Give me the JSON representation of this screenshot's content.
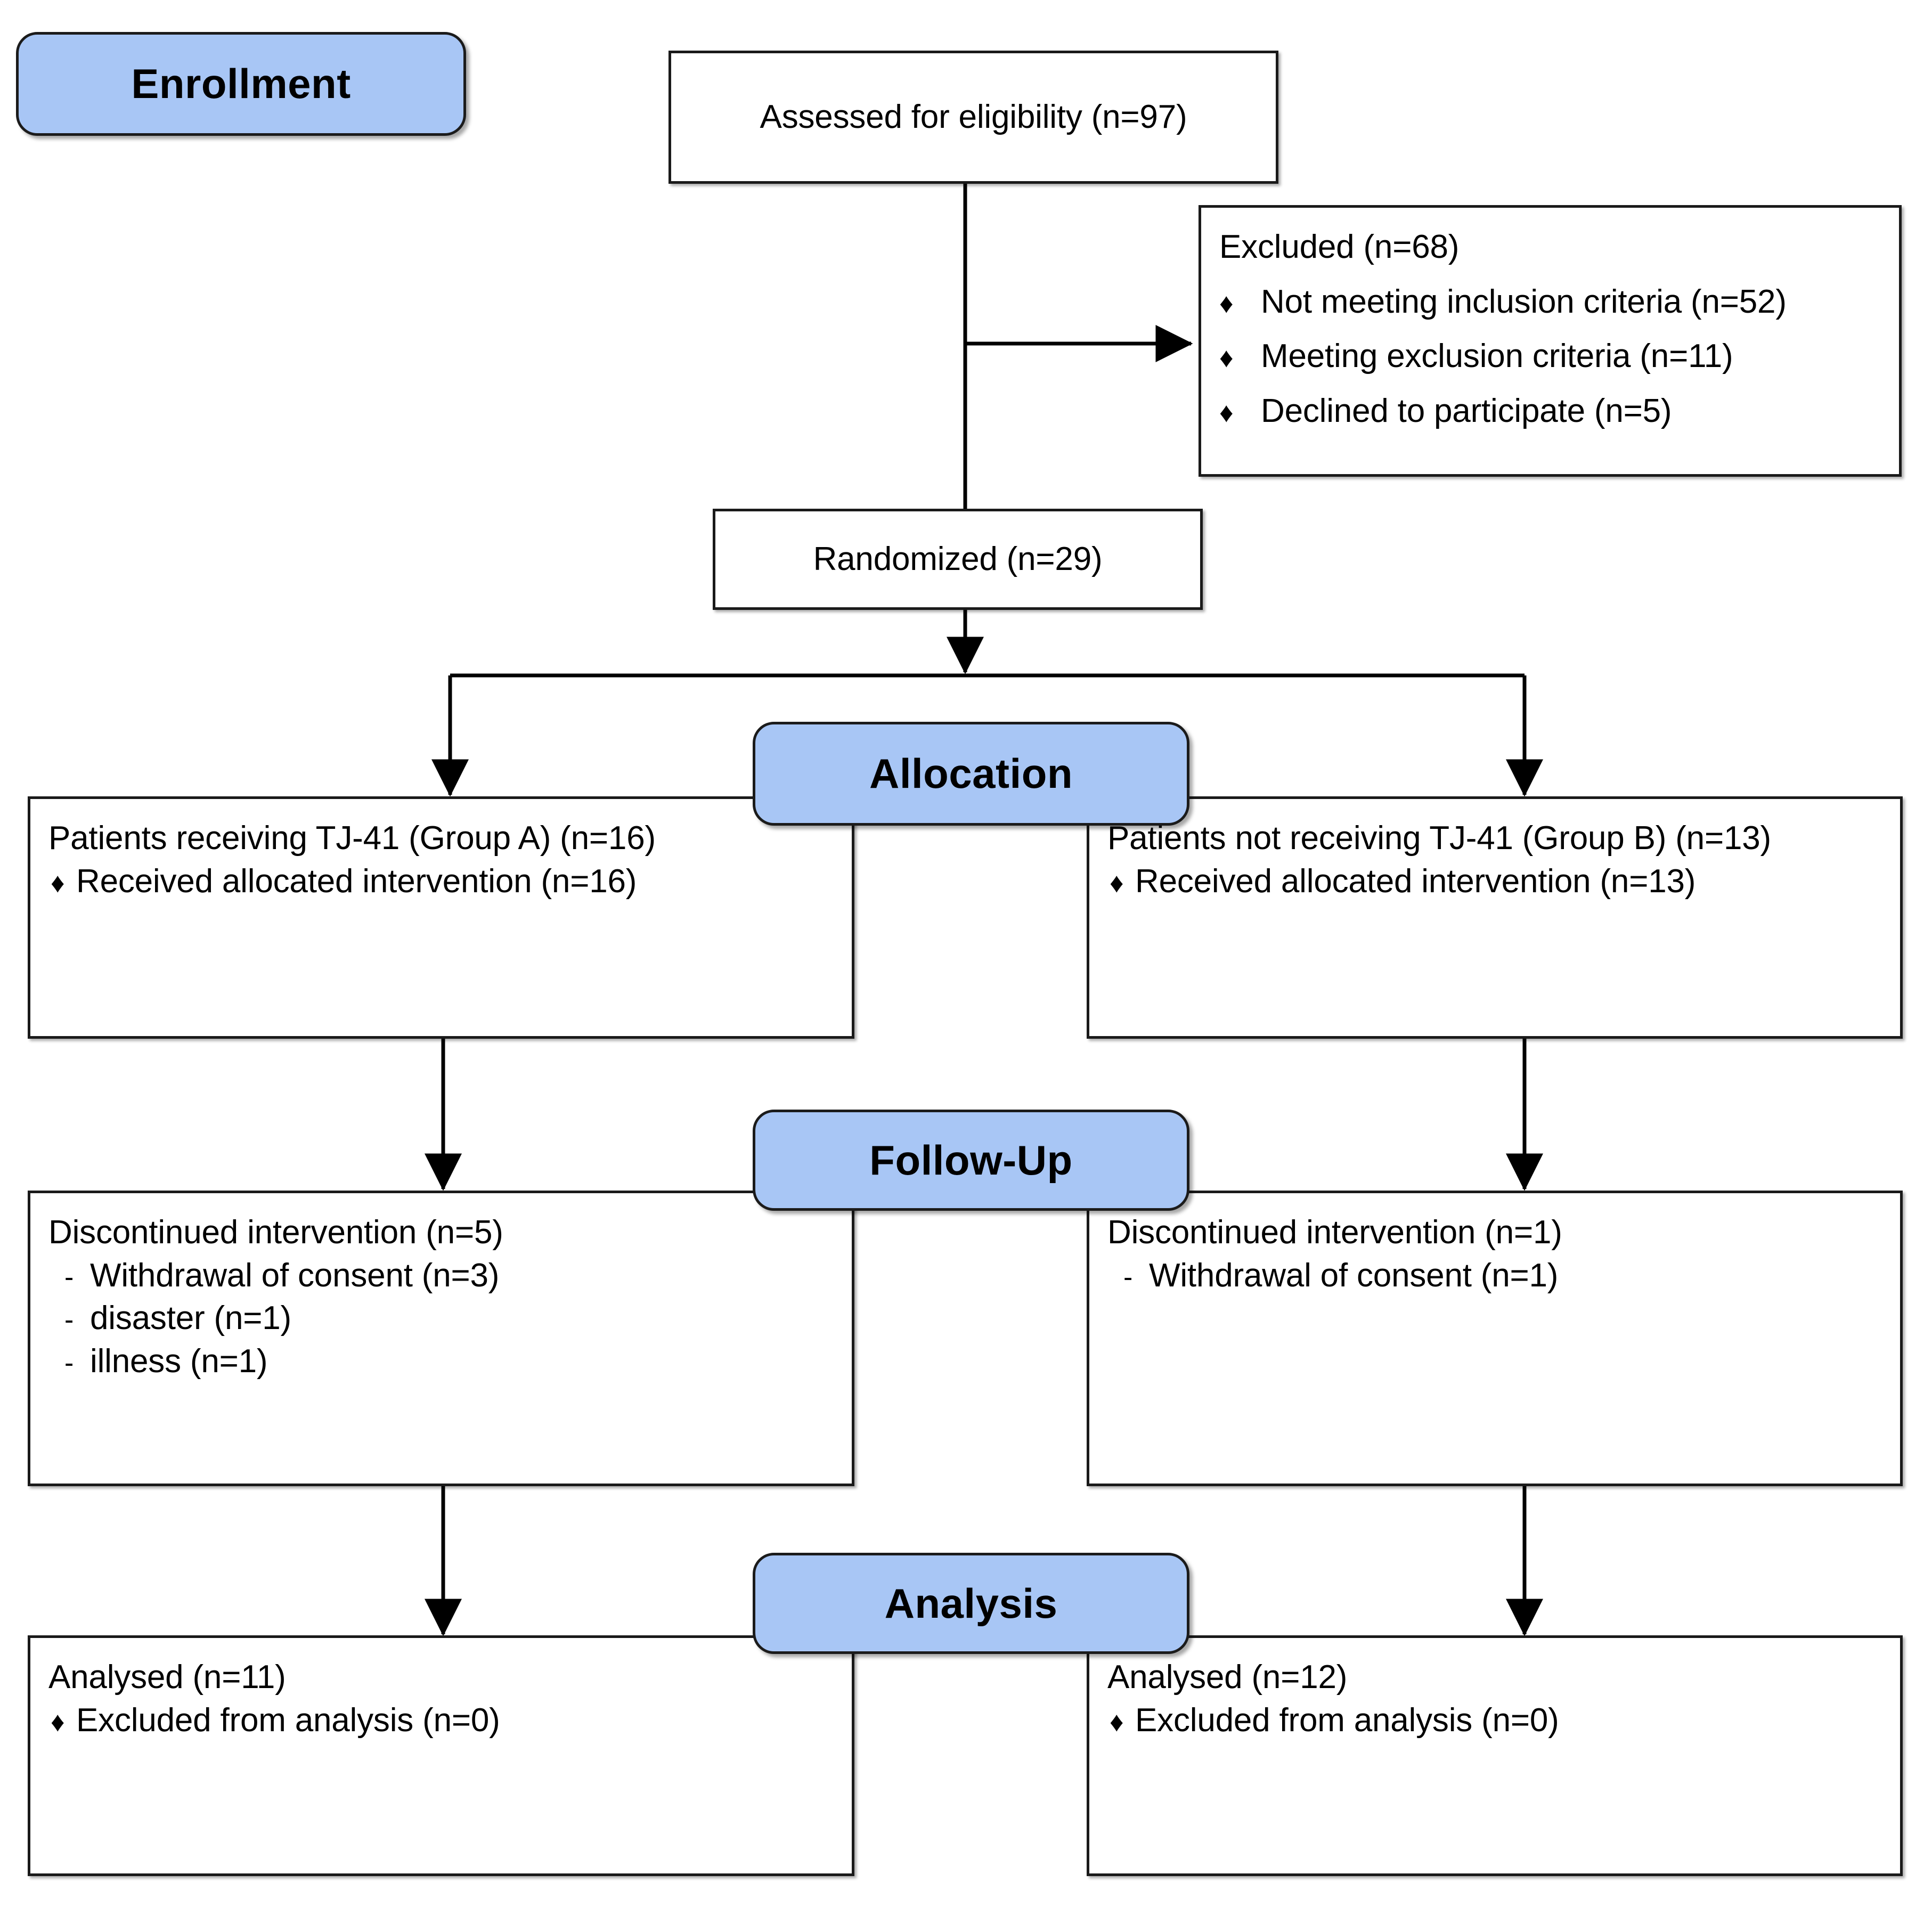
{
  "diagram": {
    "title": "CONSORT participant flow diagram",
    "accent_color": "#A8C6F5",
    "border_color": "#1a1a1a",
    "background_color": "#ffffff"
  },
  "stages": [
    {
      "id": "enrollment",
      "label": "Enrollment"
    },
    {
      "id": "allocation",
      "label": "Allocation"
    },
    {
      "id": "followup",
      "label": "Follow-Up"
    },
    {
      "id": "analysis",
      "label": "Analysis"
    }
  ],
  "boxes": {
    "assessed": {
      "heading": "Assessed for eligibility (n=97)"
    },
    "excluded": {
      "heading": "Excluded (n=68)",
      "items": [
        {
          "bullet": "♦",
          "text": "Not meeting inclusion criteria (n=52)"
        },
        {
          "bullet": "♦",
          "text": "Meeting exclusion criteria (n=11)"
        },
        {
          "bullet": "♦",
          "text": "Declined to participate (n=5)"
        }
      ]
    },
    "randomized": {
      "heading": "Randomized (n=29)"
    },
    "alloc_left": {
      "heading": "Patients receiving TJ-41 (Group A) (n=16)",
      "items": [
        {
          "bullet": "♦",
          "text": "Received allocated intervention (n=16)"
        }
      ]
    },
    "alloc_right": {
      "heading": "Patients not receiving TJ-41 (Group B) (n=13)",
      "items": [
        {
          "bullet": "♦",
          "text": "Received allocated intervention (n=13)"
        }
      ]
    },
    "follow_left": {
      "heading": "Discontinued intervention (n=5)",
      "items": [
        {
          "bullet": "-",
          "text": "Withdrawal of consent (n=3)"
        },
        {
          "bullet": "-",
          "text": "disaster (n=1)"
        },
        {
          "bullet": "-",
          "text": "illness (n=1)"
        }
      ]
    },
    "follow_right": {
      "heading": "Discontinued intervention (n=1)",
      "items": [
        {
          "bullet": "-",
          "text": "Withdrawal of consent (n=1)"
        }
      ]
    },
    "analysis_left": {
      "heading": "Analysed (n=11)",
      "items": [
        {
          "bullet": "♦",
          "text": "Excluded from analysis (n=0)"
        }
      ]
    },
    "analysis_right": {
      "heading": "Analysed (n=12)",
      "items": [
        {
          "bullet": "♦",
          "text": "Excluded from analysis (n=0)"
        }
      ]
    }
  },
  "chart_data": {
    "type": "diagram",
    "title": "CONSORT flow diagram",
    "nodes": [
      {
        "id": "assessed",
        "label": "Assessed for eligibility (n=97)",
        "n": 97
      },
      {
        "id": "excluded",
        "label": "Excluded (n=68)",
        "n": 68,
        "breakdown": [
          {
            "label": "Not meeting inclusion criteria",
            "n": 52
          },
          {
            "label": "Meeting exclusion criteria",
            "n": 11
          },
          {
            "label": "Declined to participate",
            "n": 5
          }
        ]
      },
      {
        "id": "randomized",
        "label": "Randomized (n=29)",
        "n": 29
      },
      {
        "id": "alloc_left",
        "label": "Patients receiving TJ-41 (Group A) (n=16)",
        "n": 16,
        "breakdown": [
          {
            "label": "Received allocated intervention",
            "n": 16
          }
        ]
      },
      {
        "id": "alloc_right",
        "label": "Patients not receiving TJ-41 (Group B) (n=13)",
        "n": 13,
        "breakdown": [
          {
            "label": "Received allocated intervention",
            "n": 13
          }
        ]
      },
      {
        "id": "follow_left",
        "label": "Discontinued intervention (n=5)",
        "n": 5,
        "breakdown": [
          {
            "label": "Withdrawal of consent",
            "n": 3
          },
          {
            "label": "disaster",
            "n": 1
          },
          {
            "label": "illness",
            "n": 1
          }
        ]
      },
      {
        "id": "follow_right",
        "label": "Discontinued intervention (n=1)",
        "n": 1,
        "breakdown": [
          {
            "label": "Withdrawal of consent",
            "n": 1
          }
        ]
      },
      {
        "id": "analysis_left",
        "label": "Analysed (n=11)",
        "n": 11,
        "breakdown": [
          {
            "label": "Excluded from analysis",
            "n": 0
          }
        ]
      },
      {
        "id": "analysis_right",
        "label": "Analysed (n=12)",
        "n": 12,
        "breakdown": [
          {
            "label": "Excluded from analysis",
            "n": 0
          }
        ]
      }
    ],
    "edges": [
      {
        "from": "assessed",
        "to": "excluded",
        "direction": "right"
      },
      {
        "from": "assessed",
        "to": "randomized",
        "direction": "down"
      },
      {
        "from": "randomized",
        "to": "alloc_left",
        "direction": "down-left"
      },
      {
        "from": "randomized",
        "to": "alloc_right",
        "direction": "down-right"
      },
      {
        "from": "alloc_left",
        "to": "follow_left",
        "direction": "down"
      },
      {
        "from": "alloc_right",
        "to": "follow_right",
        "direction": "down"
      },
      {
        "from": "follow_left",
        "to": "analysis_left",
        "direction": "down"
      },
      {
        "from": "follow_right",
        "to": "analysis_right",
        "direction": "down"
      }
    ]
  }
}
